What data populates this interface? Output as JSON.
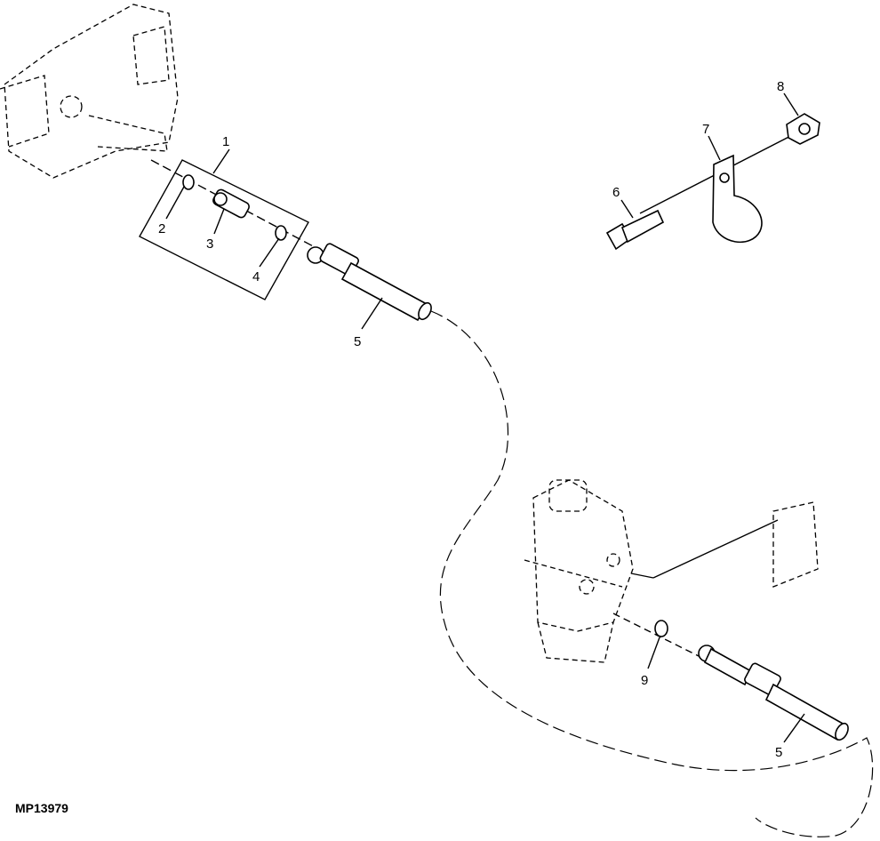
{
  "figure_id": "MP13979",
  "callouts": {
    "c1": "1",
    "c2": "2",
    "c3": "3",
    "c4": "4",
    "c5a": "5",
    "c6": "6",
    "c7": "7",
    "c8": "8",
    "c9": "9",
    "c5b": "5"
  }
}
